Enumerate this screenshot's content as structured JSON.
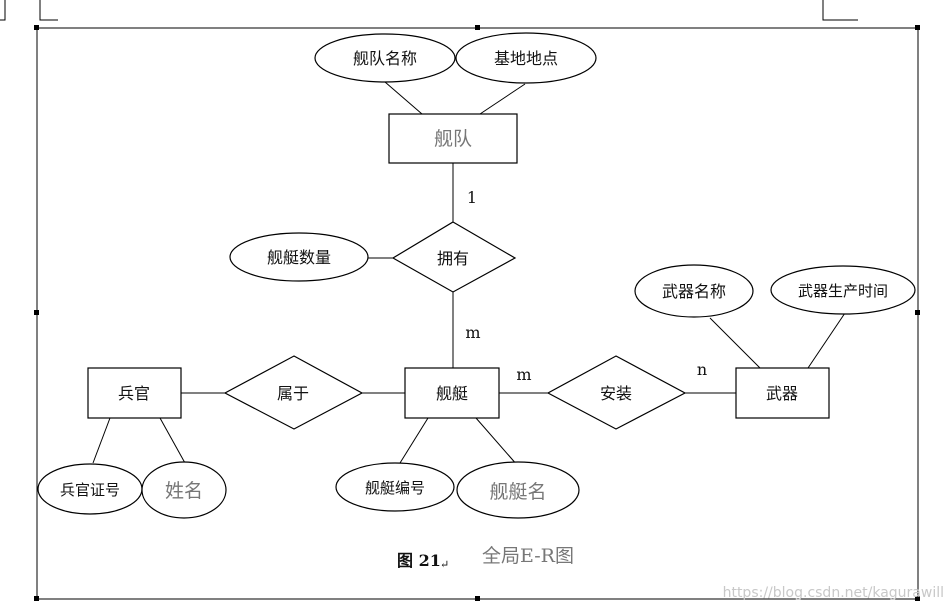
{
  "entities": {
    "fleet": "舰队",
    "warship": "舰艇",
    "officer": "兵官",
    "weapon": "武器"
  },
  "relationships": {
    "own": "拥有",
    "belong": "属于",
    "install": "安装"
  },
  "attributes": {
    "fleet_name": "舰队名称",
    "base_location": "基地地点",
    "ship_count": "舰艇数量",
    "weapon_name": "武器名称",
    "weapon_time": "武器生产时间",
    "officer_id": "兵官证号",
    "officer_name": "姓名",
    "ship_no": "舰艇编号",
    "ship_name": "舰艇名"
  },
  "cardinalities": {
    "fleet_own": "1",
    "own_ship": "m",
    "ship_install": "m",
    "install_weapon": "n"
  },
  "caption": {
    "figure": "图 21",
    "title": "全局E-R图"
  },
  "watermark": "https://blog.csdn.net/kagurawill"
}
